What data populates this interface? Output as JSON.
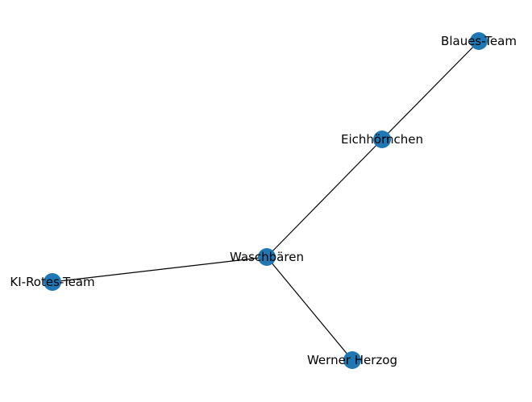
{
  "graph": {
    "node_color": "#1f77b4",
    "edge_color": "#000000",
    "nodes": [
      {
        "id": "blaues-team",
        "label": "Blaues-Team"
      },
      {
        "id": "eichhoernchen",
        "label": "Eichhörnchen"
      },
      {
        "id": "waschbaeren",
        "label": "Waschbären"
      },
      {
        "id": "ki-rotes-team",
        "label": "KI-Rotes-Team"
      },
      {
        "id": "werner-herzog",
        "label": "Werner Herzog"
      }
    ],
    "edges": [
      {
        "source": "blaues-team",
        "target": "eichhoernchen"
      },
      {
        "source": "eichhoernchen",
        "target": "waschbaeren"
      },
      {
        "source": "waschbaeren",
        "target": "ki-rotes-team"
      },
      {
        "source": "waschbaeren",
        "target": "werner-herzog"
      }
    ]
  }
}
